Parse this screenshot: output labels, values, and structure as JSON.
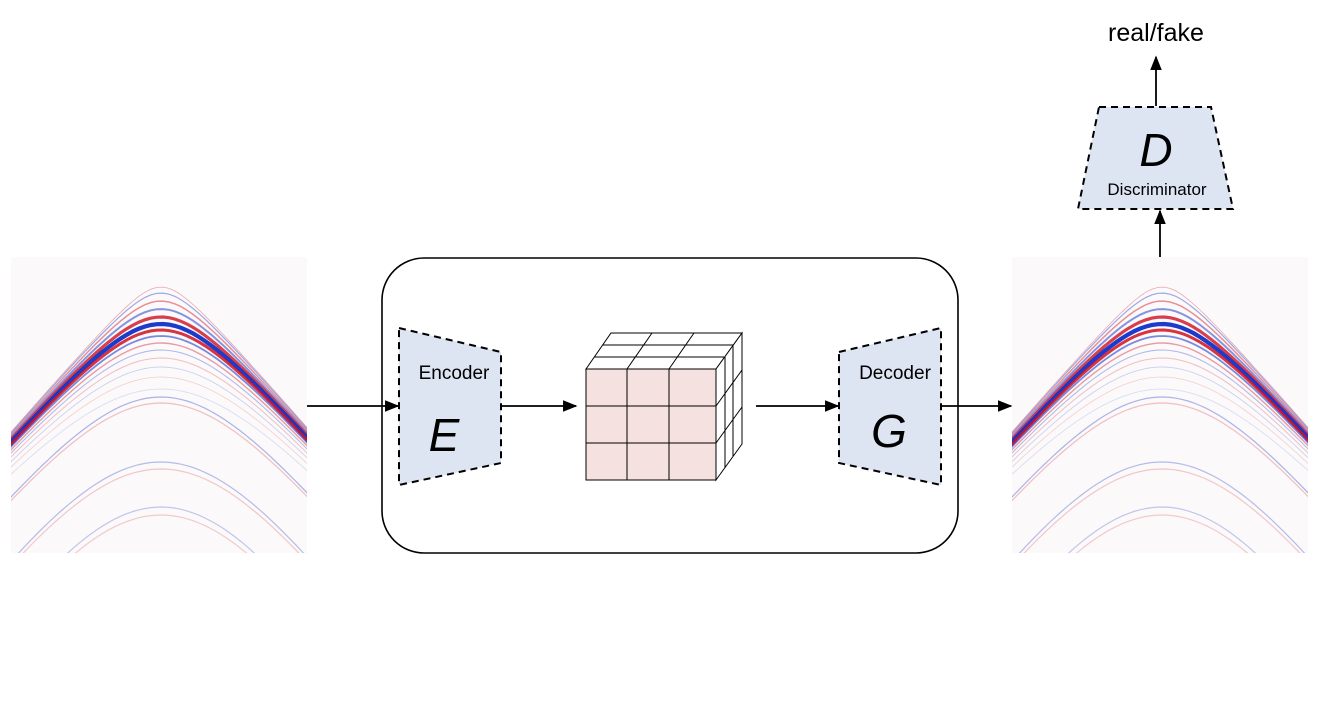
{
  "output_label": "real/fake",
  "discriminator": {
    "symbol": "D",
    "name": "Discriminator"
  },
  "encoder": {
    "name": "Encoder",
    "symbol": "E"
  },
  "decoder": {
    "name": "Decoder",
    "symbol": "G"
  },
  "colors": {
    "block_fill": "#dde4f2",
    "latent_face": "#f6e1e1",
    "seismic_red": "#d01020",
    "seismic_blue": "#1030c8"
  },
  "icons": {
    "input_image": "seismic-gather-image",
    "latent": "latent-feature-cube",
    "output_image": "reconstructed-seismic-gather-image"
  }
}
